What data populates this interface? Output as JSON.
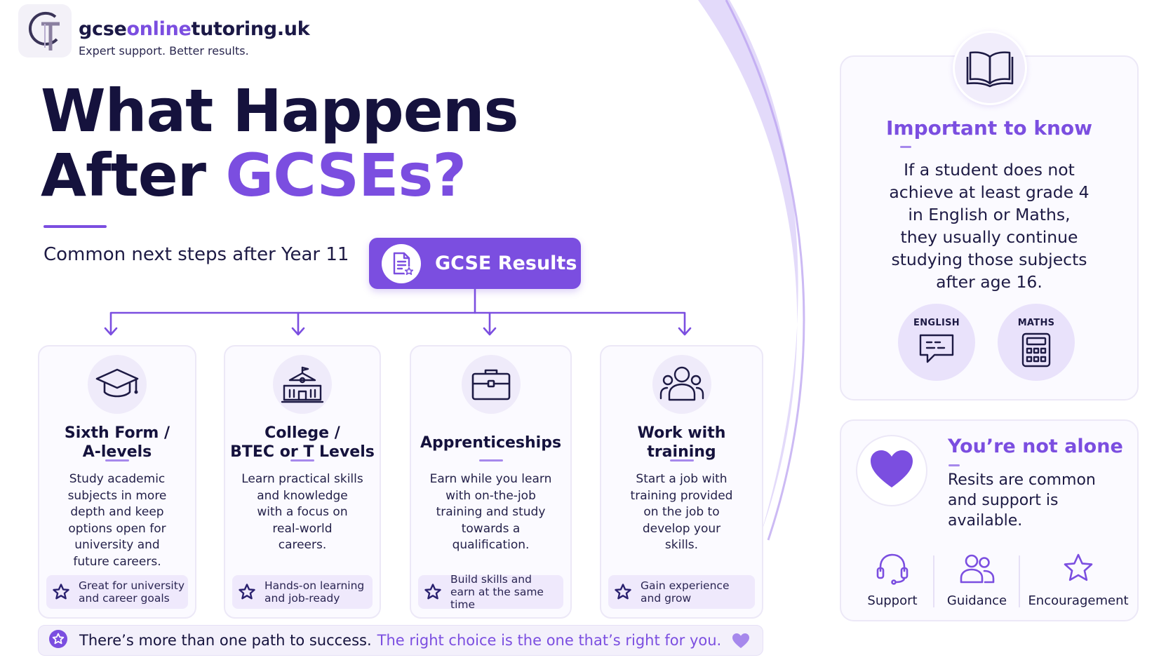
{
  "brand": {
    "name_prefix": "gcse",
    "name_accent": "online",
    "name_suffix": "tutoring.uk",
    "tagline": "Expert support. Better results."
  },
  "title": {
    "line1": "What Happens",
    "line2_prefix": "After",
    "line2_accent": "GCSEs?"
  },
  "subtitle": "Common next steps after Year 11",
  "results_label": "GCSE Results",
  "paths": [
    {
      "title_line1": "Sixth Form /",
      "title_line2": "A-levels",
      "desc": [
        "Study academic",
        "subjects in more",
        "depth and keep",
        "options open for",
        "university and",
        "future careers."
      ],
      "tag_line1": "Great for university",
      "tag_line2": "and career goals",
      "icon": "graduation-cap-icon"
    },
    {
      "title_line1": "College /",
      "title_line2": "BTEC or T Levels",
      "desc": [
        "Learn practical skills",
        "and knowledge",
        "with a focus on",
        "real-world",
        "careers."
      ],
      "tag_line1": "Hands-on learning",
      "tag_line2": "and job-ready",
      "icon": "college-building-icon"
    },
    {
      "title_line1": "Apprenticeships",
      "desc": [
        "Earn while you learn",
        "with on-the-job",
        "training and study",
        "towards a",
        "qualification."
      ],
      "tag_line1": "Build skills and",
      "tag_line2": "earn at the same time",
      "icon": "briefcase-icon"
    },
    {
      "title_line1": "Work with",
      "title_line2": "training",
      "desc": [
        "Start a job with",
        "training provided",
        "on the job to",
        "develop your",
        "skills."
      ],
      "tag_line1": "Gain experience",
      "tag_line2": "and grow",
      "icon": "people-icon"
    }
  ],
  "banner": {
    "text": "There’s more than one path to success.",
    "accent": "The right choice is the one that’s right for you."
  },
  "important": {
    "heading": "Important to know",
    "lines": [
      "If a student does not",
      "achieve at least grade 4",
      "in English or Maths,",
      "they usually continue",
      "studying those subjects",
      "after age 16."
    ],
    "subjects": [
      "ENGLISH",
      "MATHS"
    ]
  },
  "not_alone": {
    "heading": "You’re not alone",
    "lines": [
      "Resits are common",
      "and support is",
      "available."
    ],
    "supports": [
      "Support",
      "Guidance",
      "Encouragement"
    ]
  },
  "colors": {
    "accent": "#7b4ee0",
    "navy": "#15123d",
    "lavender": "#efebfa"
  }
}
